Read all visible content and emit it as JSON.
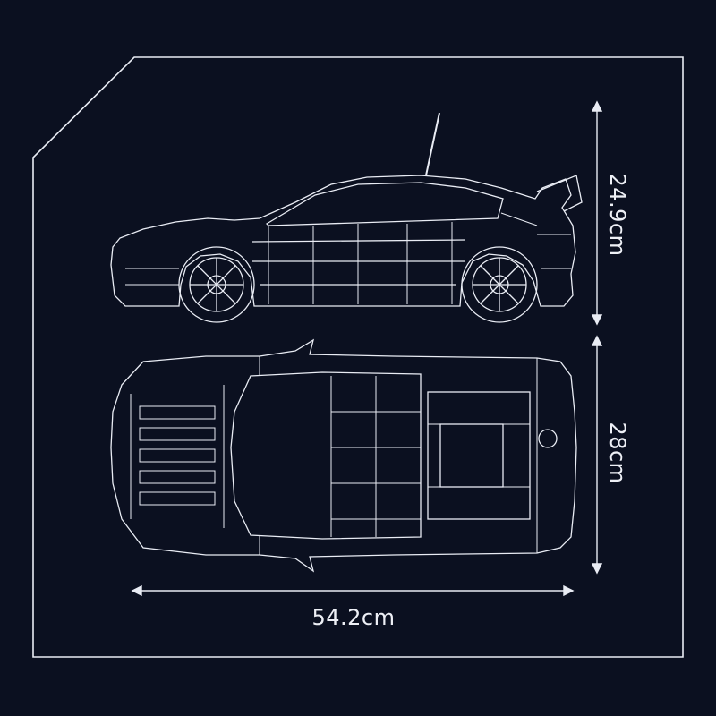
{
  "dimensions": {
    "height": "24.9cm",
    "depth": "28cm",
    "length": "54.2cm"
  },
  "colors": {
    "background": "#0b1020",
    "line": "#e9ecf4"
  }
}
